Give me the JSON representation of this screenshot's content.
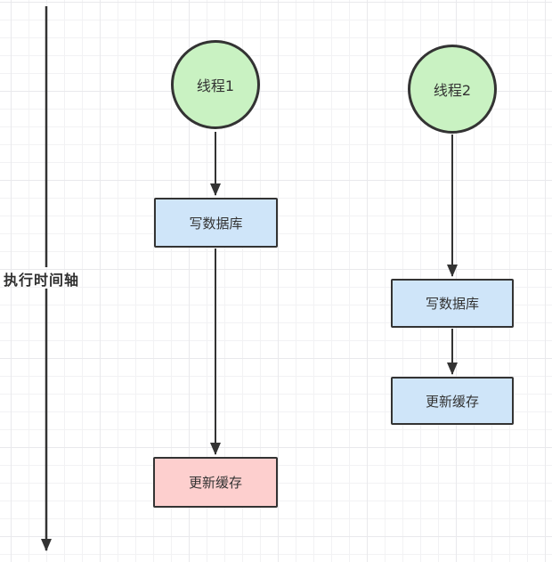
{
  "diagram": {
    "axis_label": "执行时间轴",
    "threads": [
      {
        "name": "线程1",
        "steps": [
          "写数据库",
          "更新缓存"
        ]
      },
      {
        "name": "线程2",
        "steps": [
          "写数据库",
          "更新缓存"
        ]
      }
    ]
  },
  "colors": {
    "thread_node_fill": "#c9f2c2",
    "process_box_fill": "#cfe5f9",
    "highlight_box_fill": "#fdcfce",
    "stroke": "#333333",
    "grid_line": "#f2f2f4"
  }
}
